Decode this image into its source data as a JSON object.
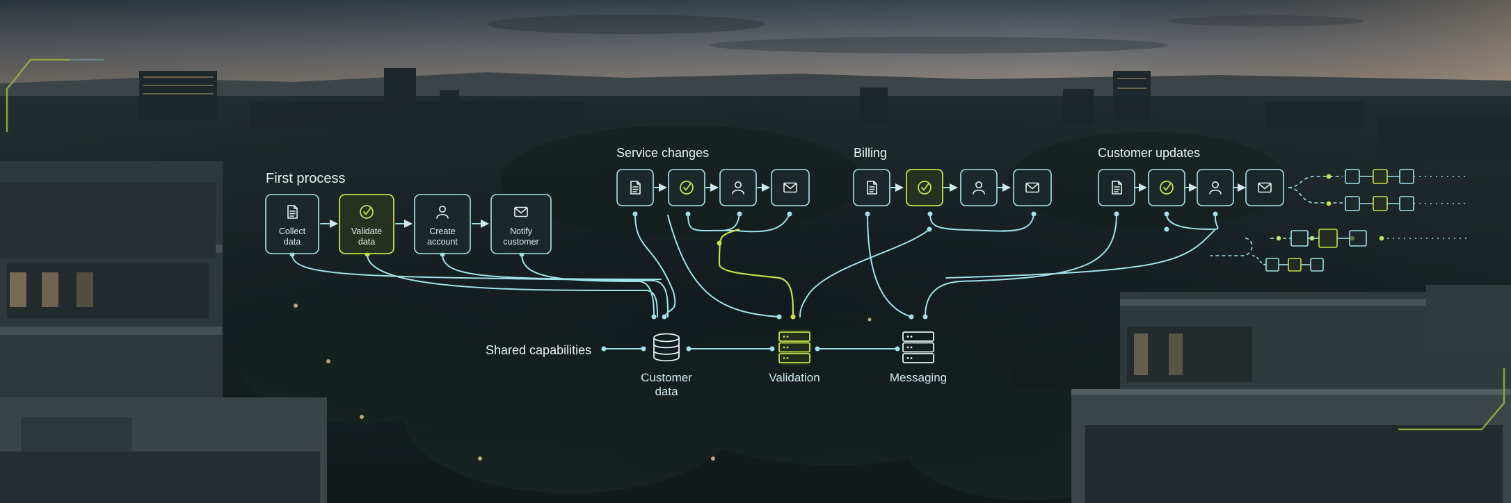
{
  "colors": {
    "line": "#9fe3ea",
    "accent": "#c9e04a",
    "text": "#e9f2f2",
    "box_fill": "#1c2a2d"
  },
  "first_process": {
    "title": "First process",
    "steps": [
      {
        "line1": "Collect",
        "line2": "data",
        "icon": "document-icon"
      },
      {
        "line1": "Validate",
        "line2": "data",
        "icon": "check-circle-icon"
      },
      {
        "line1": "Create",
        "line2": "account",
        "icon": "user-icon"
      },
      {
        "line1": "Notify",
        "line2": "customer",
        "icon": "mail-icon"
      }
    ]
  },
  "service_changes": {
    "title": "Service changes"
  },
  "billing": {
    "title": "Billing"
  },
  "customer_updates": {
    "title": "Customer updates"
  },
  "shared": {
    "label": "Shared capabilities",
    "capabilities": [
      {
        "line1": "Customer",
        "line2": "data",
        "icon": "database-icon"
      },
      {
        "line1": "Validation",
        "line2": "",
        "icon": "server-icon"
      },
      {
        "line1": "Messaging",
        "line2": "",
        "icon": "server-icon"
      }
    ]
  }
}
